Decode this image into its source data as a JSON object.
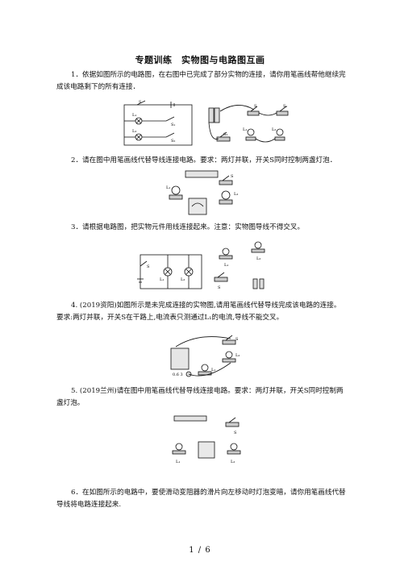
{
  "title": "专题训练　实物图与电路图互画",
  "questions": [
    {
      "text": "1．依据如图所示的电路图，在右图中已完成了部分实物的连接，请你用笔画线帮他继续完成该电路剩下的所有连接．"
    },
    {
      "text": "2．请在图中用笔画线代替导线连接电路。要求：两灯并联，开关S同时控制两盏灯泡．"
    },
    {
      "text": "3．请根据电路图，把实物元件用线连接起来。注意：实物图导线不得交叉。"
    },
    {
      "text": "4. (2019资阳)如图所示是未完成连接的实物图,请用笔画线代替导线完成该电路的连接。要求:两灯并联，开关S在干路上,电流表只测通过L₁的电流,导线不能交叉。"
    },
    {
      "text": "5. (2019兰州)请在图中用笔画线代替导线连接电路。要求：两灯并联，开关S同时控制两盏灯泡。"
    },
    {
      "text": "6．在如图所示的电路中，要使滑动变阻器的滑片向左移动时灯泡变暗，请你用笔画线代替导线将电路连接起来."
    }
  ],
  "labels": {
    "S": "S",
    "S1": "S₁",
    "S2": "S₂",
    "L1": "L₁",
    "L2": "L₂",
    "L1r": "L₁",
    "L2r": "L₂",
    "ammeter": "0.6 3"
  },
  "page_number": "1 / 6"
}
